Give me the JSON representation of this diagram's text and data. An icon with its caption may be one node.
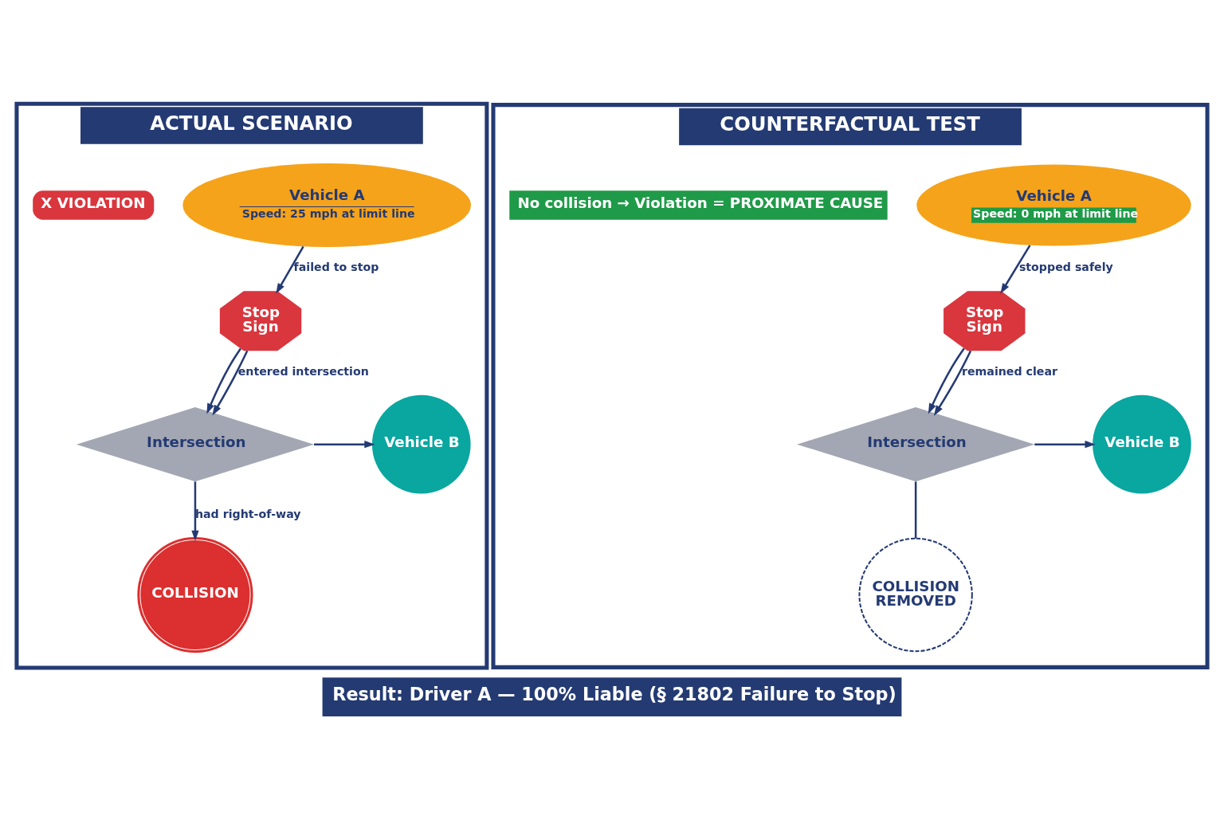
{
  "diagram": {
    "caption": "Result: Driver A — 100% Liable (§ 21802 Failure to Stop)",
    "nodes": [
      {
        "text": [
          "ACTUAL SCENARIO"
        ]
      },
      {
        "text": [
          "Vehicle A",
          "Speed: 25 mph at limit line"
        ],
        "in": 0
      },
      {
        "text": [
          "X VIOLATION"
        ],
        "in": 0
      },
      {
        "text": [
          "Stop Sign"
        ],
        "in": 0
      },
      {
        "text": [
          "Intersection"
        ],
        "in": 0
      },
      {
        "text": [
          "Vehicle B"
        ],
        "in": 0
      },
      {
        "text": [
          "COLLISION"
        ],
        "in": 0
      },
      {
        "text": [
          "COUNTERFACTUAL TEST"
        ]
      },
      {
        "text": [
          "Vehicle A",
          "Speed: 0 mph at limit line"
        ],
        "in": 7
      },
      {
        "text": [
          "Stop Sign"
        ],
        "in": 7
      },
      {
        "text": [
          "Intersection"
        ],
        "in": 7
      },
      {
        "text": [
          "Vehicle B"
        ],
        "in": 7
      },
      {
        "text": [
          "COLLISION REMOVED"
        ],
        "in": 7
      },
      {
        "text": [
          "No collision → Violation = PROXIMATE CAUSE"
        ],
        "in": 7
      }
    ],
    "edges": [
      {
        "from": 1,
        "to": 3,
        "arrow": "to",
        "label": "failed to stop"
      },
      {
        "from": 3,
        "to": 4,
        "arrow": "to"
      },
      {
        "from": 3,
        "to": 4,
        "arrow": "to",
        "label": "entered intersection"
      },
      {
        "from": 4,
        "to": 5,
        "arrow": "to"
      },
      {
        "from": 4,
        "to": 6,
        "arrow": "to",
        "label": "had right-of-way"
      },
      {
        "from": 8,
        "to": 9,
        "arrow": "to",
        "label": "stopped safely"
      },
      {
        "from": 9,
        "to": 10,
        "arrow": "to"
      },
      {
        "from": 9,
        "to": 10,
        "arrow": "to",
        "label": "remained clear"
      },
      {
        "from": 10,
        "to": 11,
        "arrow": "to"
      },
      {
        "from": 10,
        "to": 12,
        "arrow": "none"
      }
    ]
  }
}
